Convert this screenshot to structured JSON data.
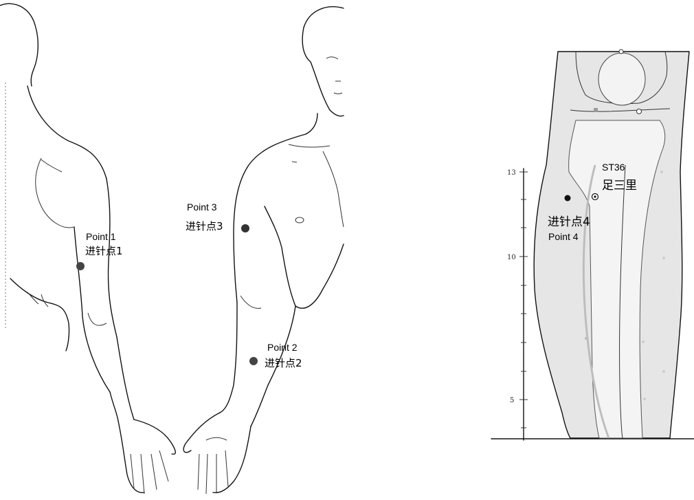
{
  "points": {
    "p1": {
      "label_en": "Point 1",
      "label_zh": "进针点1"
    },
    "p2": {
      "label_en": "Point 2",
      "label_zh": "进针点2"
    },
    "p3": {
      "label_en": "Point 3",
      "label_zh": "进针点3"
    },
    "p4": {
      "label_en": "Point 4",
      "label_zh": "进针点4"
    },
    "st36": {
      "label_en": "ST36",
      "label_zh": "足三里"
    }
  },
  "scale": {
    "ticks": [
      "13",
      "10",
      "5"
    ]
  },
  "colors": {
    "point_dot": "#444444",
    "leg_fill": "#e6e6e6",
    "outline": "#111111",
    "needle_path": "#bdbdbd"
  }
}
